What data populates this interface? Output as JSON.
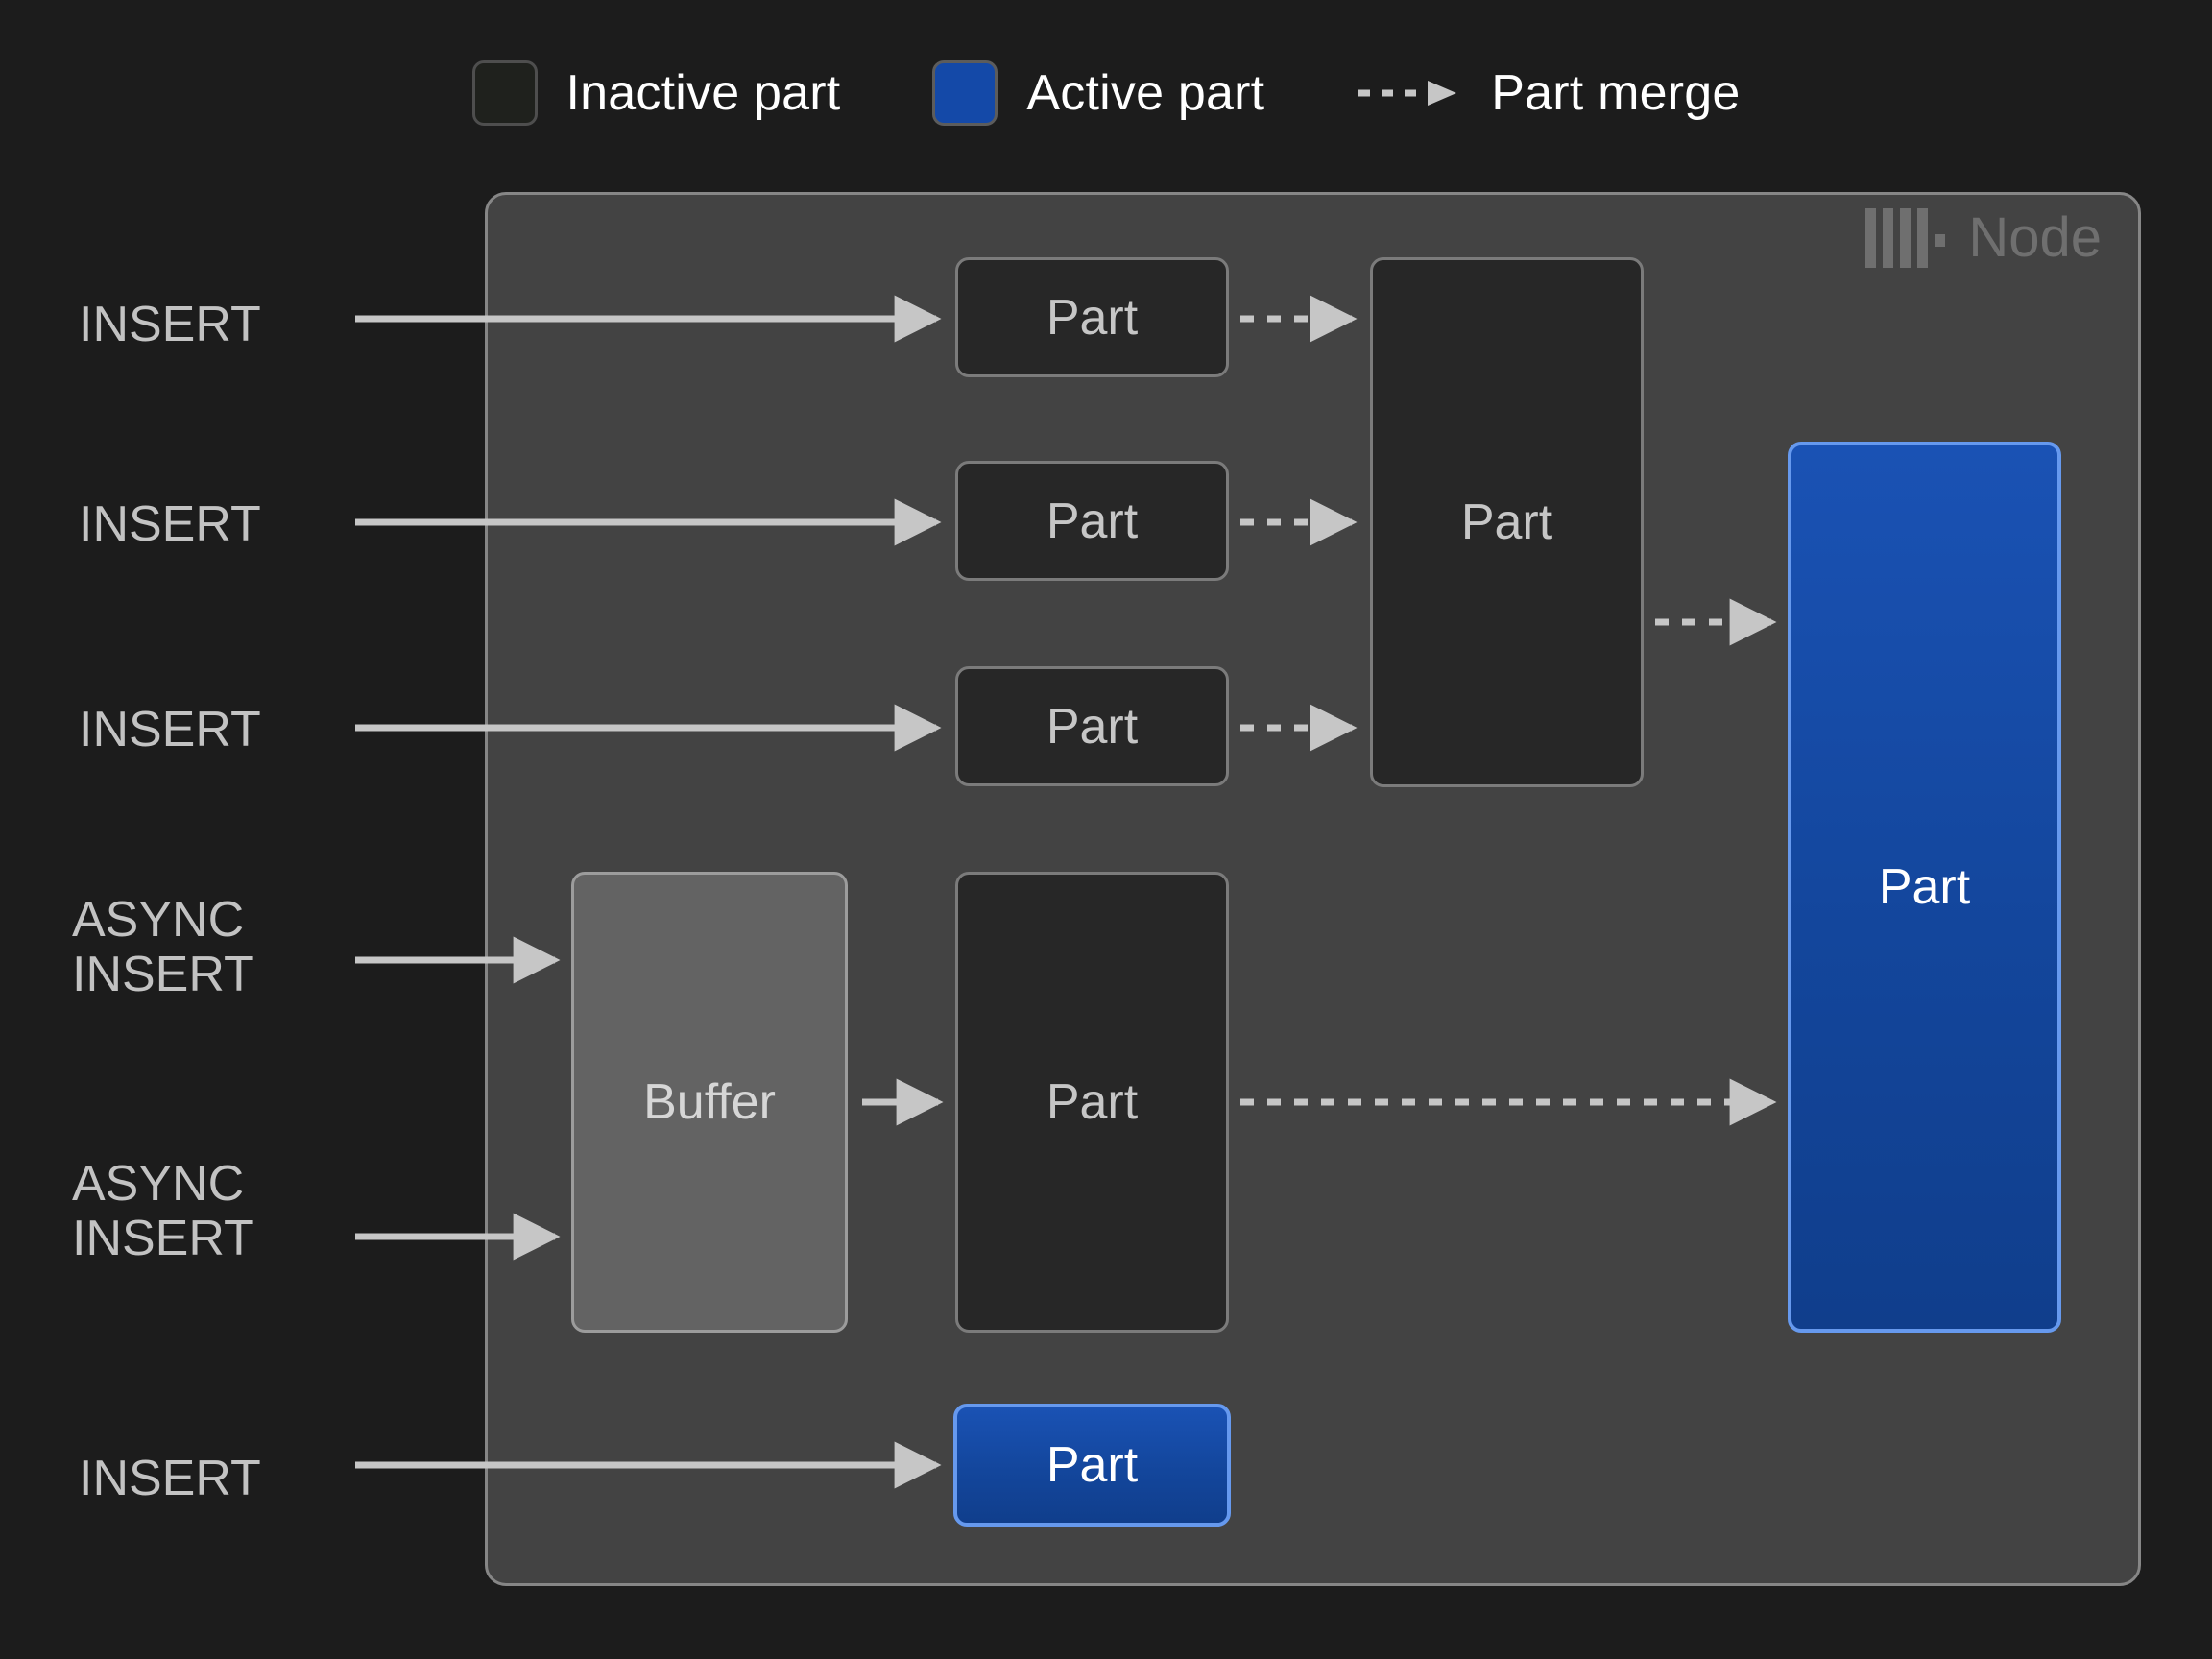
{
  "background_color": "#1c1c1c",
  "legend": {
    "items": [
      {
        "label": "Inactive part",
        "swatch": "inactive-part-swatch",
        "color": "#1f211d"
      },
      {
        "label": "Active part",
        "swatch": "active-part-swatch",
        "color": "#1449a8"
      },
      {
        "label": "Part merge",
        "swatch": "dashed-arrow-icon",
        "color": "#c6c6c6"
      }
    ]
  },
  "node": {
    "label": "Node",
    "logo_icon": "clickhouse-logo-icon",
    "fill_color": "#434343",
    "border_color": "#868686"
  },
  "sources": [
    {
      "id": "insert-1",
      "label": "INSERT"
    },
    {
      "id": "insert-2",
      "label": "INSERT"
    },
    {
      "id": "insert-3",
      "label": "INSERT"
    },
    {
      "id": "async-insert-1",
      "label": "ASYNC\nINSERT"
    },
    {
      "id": "async-insert-2",
      "label": "ASYNC\nINSERT"
    },
    {
      "id": "insert-4",
      "label": "INSERT"
    }
  ],
  "boxes": [
    {
      "id": "part-col1-row1",
      "label": "Part",
      "state": "inactive"
    },
    {
      "id": "part-col1-row2",
      "label": "Part",
      "state": "inactive"
    },
    {
      "id": "part-col1-row3",
      "label": "Part",
      "state": "inactive"
    },
    {
      "id": "part-col2-merged",
      "label": "Part",
      "state": "inactive"
    },
    {
      "id": "buffer",
      "label": "Buffer",
      "state": "buffer"
    },
    {
      "id": "part-buffer-flush",
      "label": "Part",
      "state": "inactive"
    },
    {
      "id": "part-final-active",
      "label": "Part",
      "state": "active"
    },
    {
      "id": "part-direct-active",
      "label": "Part",
      "state": "active"
    }
  ],
  "colors": {
    "inactive_fill": "#272727",
    "inactive_border": "#7b7b7b",
    "active_fill": "#13469c",
    "active_border": "#6699ee",
    "buffer_fill": "#636363",
    "buffer_border": "#9c9c9c",
    "arrow": "#c6c6c6",
    "text_primary": "#ffffff",
    "text_muted": "#c2c2c2"
  }
}
